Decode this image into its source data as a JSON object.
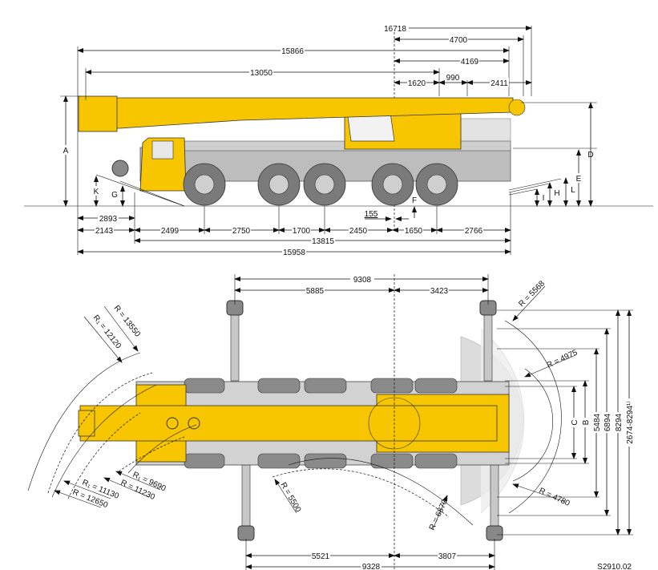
{
  "colors": {
    "boom": "#f7c600",
    "chassis": "#bdbdbd",
    "tyre": "#7a7a7a",
    "counterweight": "#e0e0e0"
  },
  "side_view": {
    "top_dims": {
      "d16718": "16718",
      "d4700": "4700",
      "d15866": "15866",
      "d4169": "4169",
      "d13050": "13050",
      "d1620": "1620",
      "d990": "990",
      "d2411": "2411"
    },
    "bottom_dims": {
      "d2893": "2893",
      "d2143": "2143",
      "d2499": "2499",
      "d2750": "2750",
      "d1700": "1700",
      "d2450": "2450",
      "d1650": "1650",
      "d2766": "2766",
      "d13815": "13815",
      "d15958": "15958",
      "d155": "155"
    },
    "letters": {
      "A": "A",
      "K": "K",
      "G": "G",
      "D": "D",
      "E": "E",
      "F": "F",
      "L": "L",
      "H": "H",
      "I": "I"
    }
  },
  "plan_view": {
    "top_dims": {
      "d9308": "9308",
      "d5885": "5885",
      "d3423": "3423"
    },
    "bottom_dims": {
      "d5521": "5521",
      "d3807": "3807",
      "d9328": "9328"
    },
    "right_dims": {
      "C": "C",
      "B": "B",
      "d5484": "5484",
      "d6894": "6894",
      "d8294": "8294",
      "range": "2674-8294¹⁾"
    },
    "radii": {
      "r13550": "R = 13550",
      "r12120": "R₁ = 12120",
      "r9690": "R₁ = 9690",
      "r11230": "R = 11230",
      "r11130": "R₁ = 11130",
      "r12650": "R = 12650",
      "r5500": "R = 5500",
      "r6870": "R = 6870",
      "r5568": "R = 5568",
      "r4975": "R = 4975",
      "r4780": "R = 4780"
    }
  },
  "drawing_code": "S2910.02"
}
